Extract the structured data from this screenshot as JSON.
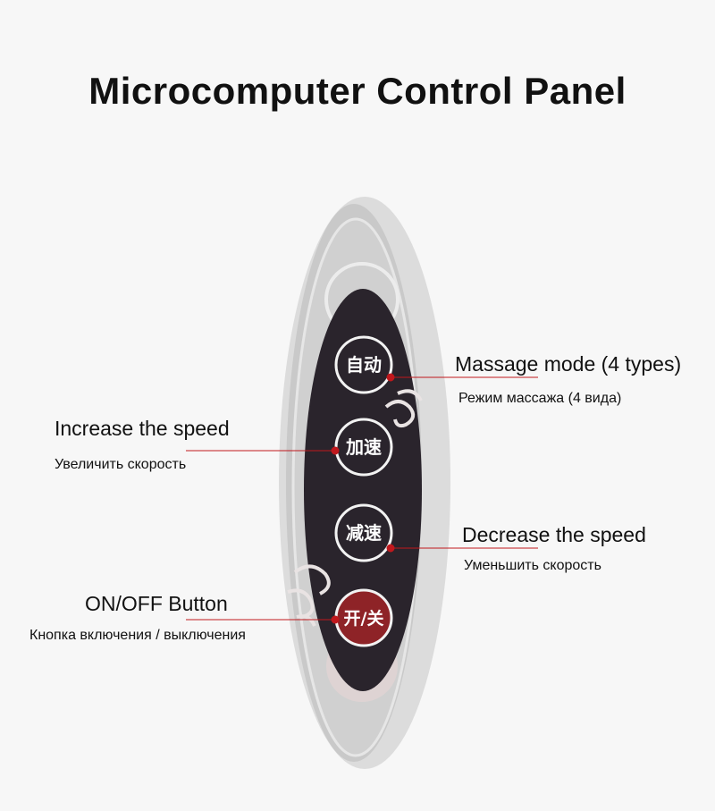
{
  "title": "Microcomputer Control Panel",
  "buttons": {
    "auto": "自动",
    "speed_up": "加速",
    "speed_down": "减速",
    "power": "开/关"
  },
  "labels": {
    "massage_mode_en": "Massage mode (4 types)",
    "massage_mode_ru": "Режим массажа (4 вида)",
    "increase_en": "Increase the speed",
    "increase_ru": "Увеличить скорость",
    "decrease_en": "Decrease the speed",
    "decrease_ru": "Уменьшить скорость",
    "onoff_en": "ON/OFF Button",
    "onoff_ru": "Кнопка включения / выключения"
  },
  "colors": {
    "background": "#f7f7f7",
    "panel_dark": "#2a242c",
    "power_red": "#8e2327",
    "leader_line": "#c0181d"
  }
}
